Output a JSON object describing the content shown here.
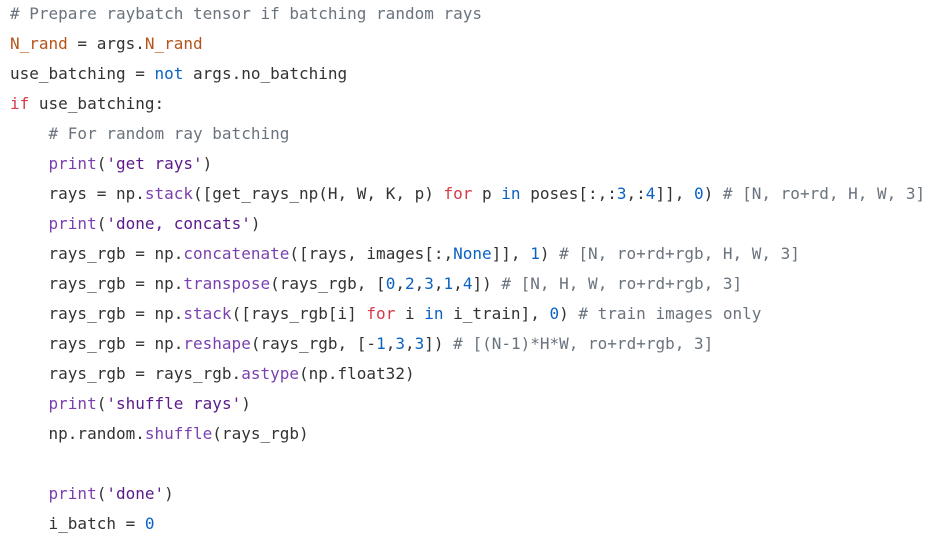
{
  "theme": {
    "background": "#ffffff",
    "text": "#333333",
    "comment": "#6a737d",
    "keyword": "#d73a49",
    "builtin": "#0b62c4",
    "string": "#5b1a8a",
    "number": "#0b62c4",
    "variable": "#b5541a",
    "function": "#7a3fb0"
  },
  "lines": [
    [
      [
        "comment",
        "# Prepare raybatch tensor if batching random rays"
      ]
    ],
    [
      [
        "var",
        "N_rand"
      ],
      [
        "plain",
        " = args."
      ],
      [
        "var",
        "N_rand"
      ]
    ],
    [
      [
        "plain",
        "use_batching = "
      ],
      [
        "builtin",
        "not"
      ],
      [
        "plain",
        " args.no_batching"
      ]
    ],
    [
      [
        "keyword",
        "if"
      ],
      [
        "plain",
        " use_batching:"
      ]
    ],
    [
      [
        "plain",
        "    "
      ],
      [
        "comment",
        "# For random ray batching"
      ]
    ],
    [
      [
        "plain",
        "    "
      ],
      [
        "func",
        "print"
      ],
      [
        "plain",
        "("
      ],
      [
        "string",
        "'get rays'"
      ],
      [
        "plain",
        ")"
      ]
    ],
    [
      [
        "plain",
        "    rays = np."
      ],
      [
        "func",
        "stack"
      ],
      [
        "plain",
        "([get_rays_np(H, W, K, p) "
      ],
      [
        "keyword",
        "for"
      ],
      [
        "plain",
        " p "
      ],
      [
        "builtin",
        "in"
      ],
      [
        "plain",
        " poses[:,:"
      ],
      [
        "number",
        "3"
      ],
      [
        "plain",
        ",:"
      ],
      [
        "number",
        "4"
      ],
      [
        "plain",
        "]], "
      ],
      [
        "number",
        "0"
      ],
      [
        "plain",
        ") "
      ],
      [
        "comment",
        "# [N, ro+rd, H, W, 3]"
      ]
    ],
    [
      [
        "plain",
        "    "
      ],
      [
        "func",
        "print"
      ],
      [
        "plain",
        "("
      ],
      [
        "string",
        "'done, concats'"
      ],
      [
        "plain",
        ")"
      ]
    ],
    [
      [
        "plain",
        "    rays_rgb = np."
      ],
      [
        "func",
        "concatenate"
      ],
      [
        "plain",
        "([rays, images[:,"
      ],
      [
        "builtin",
        "None"
      ],
      [
        "plain",
        "]], "
      ],
      [
        "number",
        "1"
      ],
      [
        "plain",
        ") "
      ],
      [
        "comment",
        "# [N, ro+rd+rgb, H, W, 3]"
      ]
    ],
    [
      [
        "plain",
        "    rays_rgb = np."
      ],
      [
        "func",
        "transpose"
      ],
      [
        "plain",
        "(rays_rgb, ["
      ],
      [
        "number",
        "0"
      ],
      [
        "plain",
        ","
      ],
      [
        "number",
        "2"
      ],
      [
        "plain",
        ","
      ],
      [
        "number",
        "3"
      ],
      [
        "plain",
        ","
      ],
      [
        "number",
        "1"
      ],
      [
        "plain",
        ","
      ],
      [
        "number",
        "4"
      ],
      [
        "plain",
        "]) "
      ],
      [
        "comment",
        "# [N, H, W, ro+rd+rgb, 3]"
      ]
    ],
    [
      [
        "plain",
        "    rays_rgb = np."
      ],
      [
        "func",
        "stack"
      ],
      [
        "plain",
        "([rays_rgb[i] "
      ],
      [
        "keyword",
        "for"
      ],
      [
        "plain",
        " i "
      ],
      [
        "builtin",
        "in"
      ],
      [
        "plain",
        " i_train], "
      ],
      [
        "number",
        "0"
      ],
      [
        "plain",
        ") "
      ],
      [
        "comment",
        "# train images only"
      ]
    ],
    [
      [
        "plain",
        "    rays_rgb = np."
      ],
      [
        "func",
        "reshape"
      ],
      [
        "plain",
        "(rays_rgb, [-"
      ],
      [
        "number",
        "1"
      ],
      [
        "plain",
        ","
      ],
      [
        "number",
        "3"
      ],
      [
        "plain",
        ","
      ],
      [
        "number",
        "3"
      ],
      [
        "plain",
        "]) "
      ],
      [
        "comment",
        "# [(N-1)*H*W, ro+rd+rgb, 3]"
      ]
    ],
    [
      [
        "plain",
        "    rays_rgb = rays_rgb."
      ],
      [
        "func",
        "astype"
      ],
      [
        "plain",
        "(np.float32)"
      ]
    ],
    [
      [
        "plain",
        "    "
      ],
      [
        "func",
        "print"
      ],
      [
        "plain",
        "("
      ],
      [
        "string",
        "'shuffle rays'"
      ],
      [
        "plain",
        ")"
      ]
    ],
    [
      [
        "plain",
        "    np.random."
      ],
      [
        "func",
        "shuffle"
      ],
      [
        "plain",
        "(rays_rgb)"
      ]
    ],
    [
      [
        "plain",
        ""
      ]
    ],
    [
      [
        "plain",
        "    "
      ],
      [
        "func",
        "print"
      ],
      [
        "plain",
        "("
      ],
      [
        "string",
        "'done'"
      ],
      [
        "plain",
        ")"
      ]
    ],
    [
      [
        "plain",
        "    i_batch = "
      ],
      [
        "number",
        "0"
      ]
    ]
  ]
}
